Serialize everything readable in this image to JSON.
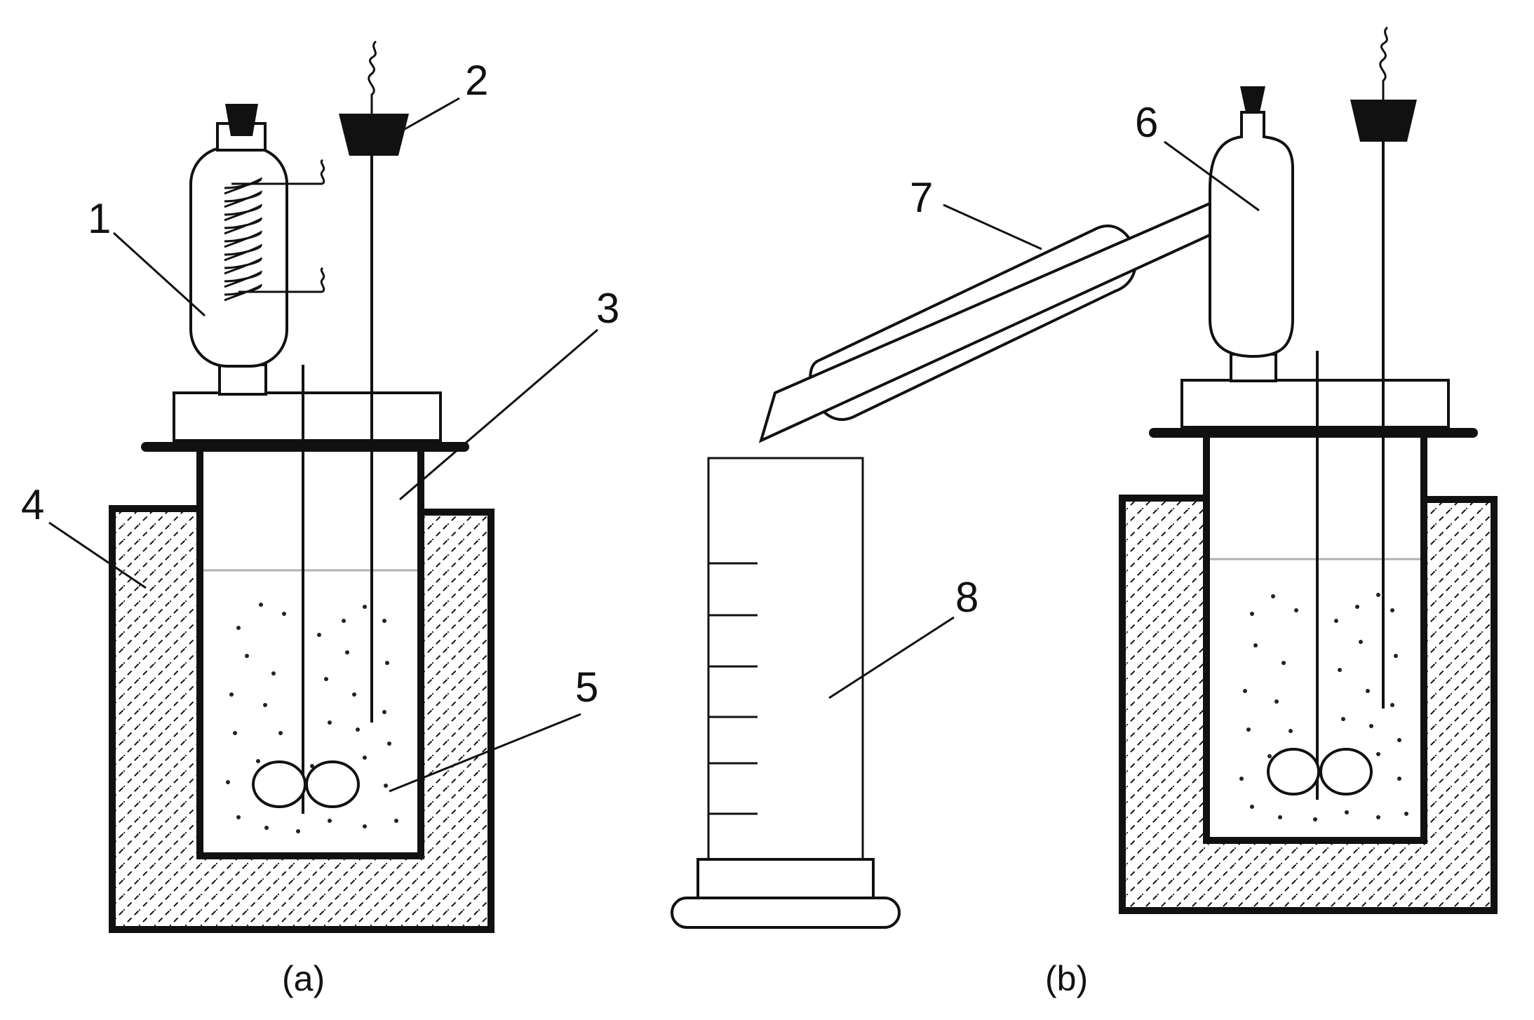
{
  "labels": {
    "n1": "1",
    "n2": "2",
    "n3": "3",
    "n4": "4",
    "n5": "5",
    "n6": "6",
    "n7": "7",
    "n8": "8"
  },
  "captions": {
    "a": "(a)",
    "b": "(b)"
  },
  "colors": {
    "ink": "#111111",
    "background": "#ffffff",
    "liquid_line": "#b0b0b0"
  }
}
